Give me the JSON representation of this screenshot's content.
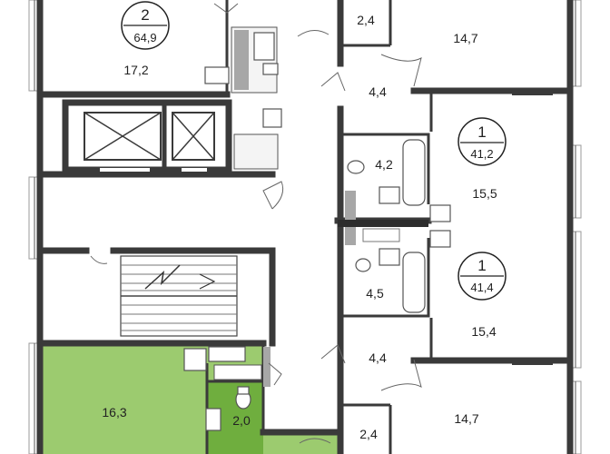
{
  "colors": {
    "highlight": "#9ccb6f",
    "wall": "#3a3a3a",
    "grey": "#a7a7a7"
  },
  "apartments": {
    "apt_top_left": {
      "rooms": "2",
      "area": "64,9"
    },
    "apt_right_upper": {
      "rooms": "1",
      "area": "41,2"
    },
    "apt_right_lower": {
      "rooms": "1",
      "area": "41,4"
    }
  },
  "rooms": {
    "top_left_room": "17,2",
    "top_right_bath": "2,4",
    "top_right_room": "14,7",
    "right_hall_upper": "4,4",
    "right_bath_upper": "4,2",
    "right_room_upper": "15,5",
    "right_bath_lower": "4,5",
    "right_room_lower": "15,4",
    "right_hall_lower": "4,4",
    "bottom_right_bath": "2,4",
    "bottom_right_room": "14,7",
    "selected_room": "16,3",
    "selected_bath": "2,0"
  },
  "icons": [
    "elevator-icon",
    "stairs-icon",
    "toilet-icon",
    "bathtub-icon",
    "sink-icon",
    "door-swing-icon"
  ]
}
